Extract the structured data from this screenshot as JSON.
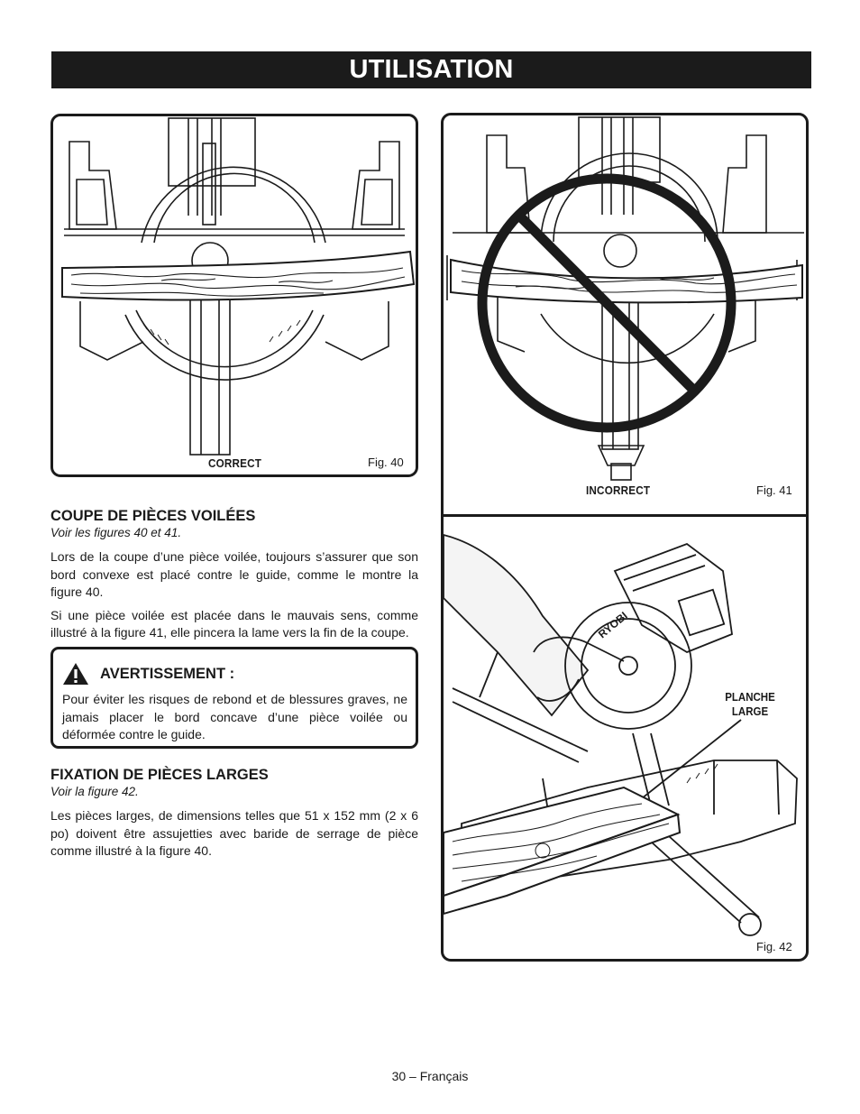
{
  "header": {
    "title": "UTILISATION"
  },
  "figures": {
    "fig40": {
      "caption": "CORRECT",
      "label": "Fig. 40"
    },
    "fig41": {
      "caption": "INCORRECT",
      "label": "Fig. 41"
    },
    "fig42": {
      "callout": [
        "PLANCHE",
        "LARGE"
      ],
      "label": "Fig. 42",
      "brand_mark": "RYOBI"
    }
  },
  "section1": {
    "title": "COUPE DE PIÈCES VOILÉES",
    "reference": "Voir les figures 40 et 41.",
    "paragraphs": [
      "Lors de la coupe d’une pièce voilée, toujours s’assurer que son bord convexe est placé contre le guide, comme le montre la figure 40.",
      "Si une pièce voilée est placée dans le mauvais sens, comme illustré à la figure 41, elle pincera la lame vers la fin de la coupe."
    ]
  },
  "warning": {
    "title": "AVERTISSEMENT :",
    "text": "Pour éviter les risques de rebond et de blessures graves, ne jamais placer le bord concave d’une pièce voilée ou déformée contre le guide."
  },
  "section2": {
    "title": "FIXATION DE PIÈCES LARGES",
    "reference": "Voir la figure 42.",
    "paragraphs": [
      "Les pièces larges, de dimensions telles que 51 x 152 mm (2 x 6 po) doivent être assujetties avec baride de serrage de pièce comme illustré à la figure 40."
    ]
  },
  "footer": {
    "page": "30 – Français"
  }
}
